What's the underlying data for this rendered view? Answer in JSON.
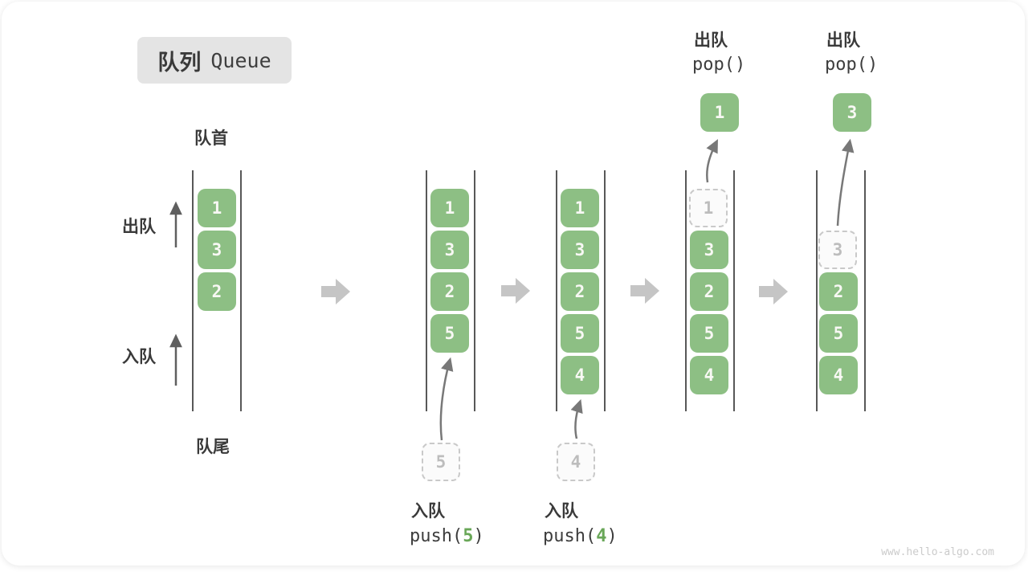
{
  "header": {
    "title_zh": "队列",
    "title_en": "Queue"
  },
  "side": {
    "front": "队首",
    "rear": "队尾",
    "dequeue": "出队",
    "enqueue": "入队"
  },
  "states": {
    "s1": {
      "blocks": [
        "1",
        "3",
        "2"
      ]
    },
    "s2": {
      "blocks": [
        "1",
        "3",
        "2",
        "5"
      ],
      "incoming": "5"
    },
    "s3": {
      "blocks": [
        "1",
        "3",
        "2",
        "5",
        "4"
      ],
      "incoming": "4"
    },
    "s4": {
      "ghost": "1",
      "blocks": [
        "3",
        "2",
        "5",
        "4"
      ],
      "popped": "1"
    },
    "s5": {
      "ghost": "3",
      "blocks": [
        "2",
        "5",
        "4"
      ],
      "popped": "3"
    }
  },
  "ops": {
    "enq5": {
      "label": "入队",
      "prefix": "push(",
      "arg": "5",
      "suffix": ")"
    },
    "enq4": {
      "label": "入队",
      "prefix": "push(",
      "arg": "4",
      "suffix": ")"
    },
    "pop1": {
      "label": "出队",
      "code": "pop()"
    },
    "pop2": {
      "label": "出队",
      "code": "pop()"
    }
  },
  "footer": {
    "watermark": "www.hello-algo.com"
  },
  "colors": {
    "block_green": "#8dbf84",
    "code_arg_green": "#69a758",
    "ghost_border": "#c9c9c9",
    "ghost_text": "#bdbdbd",
    "transition_arrow": "#c5c5c5",
    "thin_arrow": "#787878",
    "line": "#585858",
    "badge_bg": "#e4e4e4",
    "text_dark": "#3a3a3a",
    "watermark": "#cbcbcb"
  }
}
